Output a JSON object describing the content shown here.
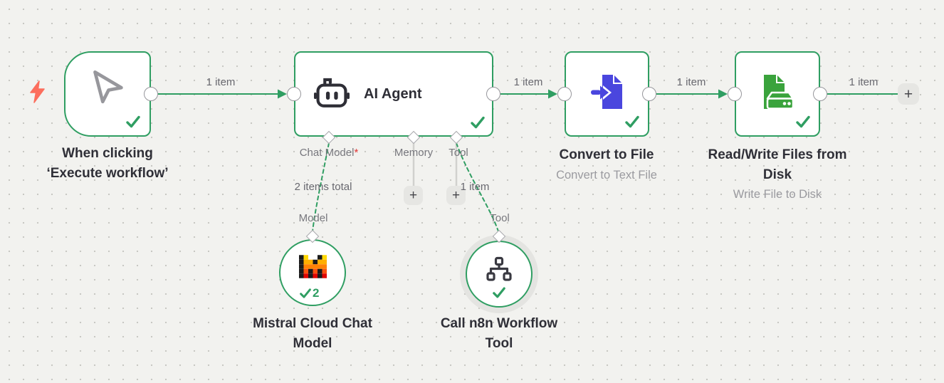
{
  "colors": {
    "accent_green": "#2f9e62",
    "canvas_bg": "#f2f2ef",
    "bolt_coral": "#fc6e5d",
    "convert_icon_blue": "#4a46de",
    "readwrite_icon_green": "#3aa33c",
    "required_asterisk_red": "#e03535",
    "mistral_yellow": "#ffd800",
    "mistral_amber": "#ffaf00",
    "mistral_orange": "#ff8205",
    "mistral_dark_orange": "#fa500f",
    "mistral_red": "#e10500"
  },
  "nodes": {
    "trigger": {
      "label_line1": "When clicking",
      "label_line2": "‘Execute workflow’"
    },
    "agent": {
      "title": "AI Agent",
      "ports": {
        "chat_model": "Chat Model",
        "chat_model_required": "*",
        "memory": "Memory",
        "tool": "Tool"
      }
    },
    "convert": {
      "title": "Convert to File",
      "subtitle": "Convert to Text File"
    },
    "readwrite": {
      "title_line1": "Read/Write Files from",
      "title_line2": "Disk",
      "subtitle": "Write File to Disk"
    },
    "mistral": {
      "port_label": "Model",
      "title_line1": "Mistral Cloud Chat",
      "title_line2": "Model",
      "run_count": "2"
    },
    "workflow_tool": {
      "port_label": "Tool",
      "title_line1": "Call n8n Workflow",
      "title_line2": "Tool"
    }
  },
  "edges": {
    "trigger_to_agent": "1 item",
    "agent_to_convert": "1 item",
    "convert_to_readwrite": "1 item",
    "readwrite_out": "1 item",
    "chat_model_edge": "2 items total",
    "tool_edge": "1 item"
  },
  "buttons": {
    "add_memory": "+",
    "add_tool": "+",
    "add_next": "+"
  },
  "icons": {
    "trigger": "mouse-cursor-icon",
    "trigger_badge": "lightning-bolt-icon",
    "agent": "robot-icon",
    "convert": "file-import-icon",
    "readwrite": "file-disk-icon",
    "mistral": "mistral-logo-icon",
    "workflow_tool": "sitemap-icon",
    "success": "checkmark-icon"
  }
}
